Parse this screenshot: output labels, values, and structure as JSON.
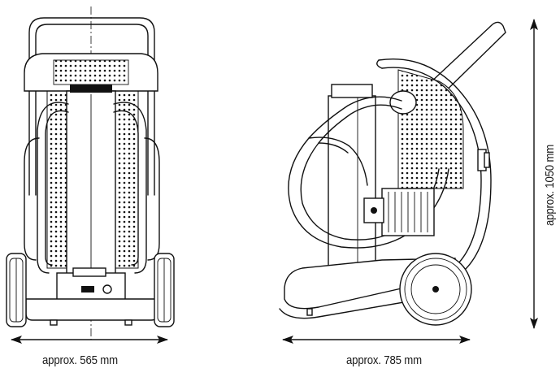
{
  "figure": {
    "dimensions": {
      "width": "approx. 565 mm",
      "length": "approx. 785 mm",
      "height": "approx. 1050 mm"
    }
  }
}
